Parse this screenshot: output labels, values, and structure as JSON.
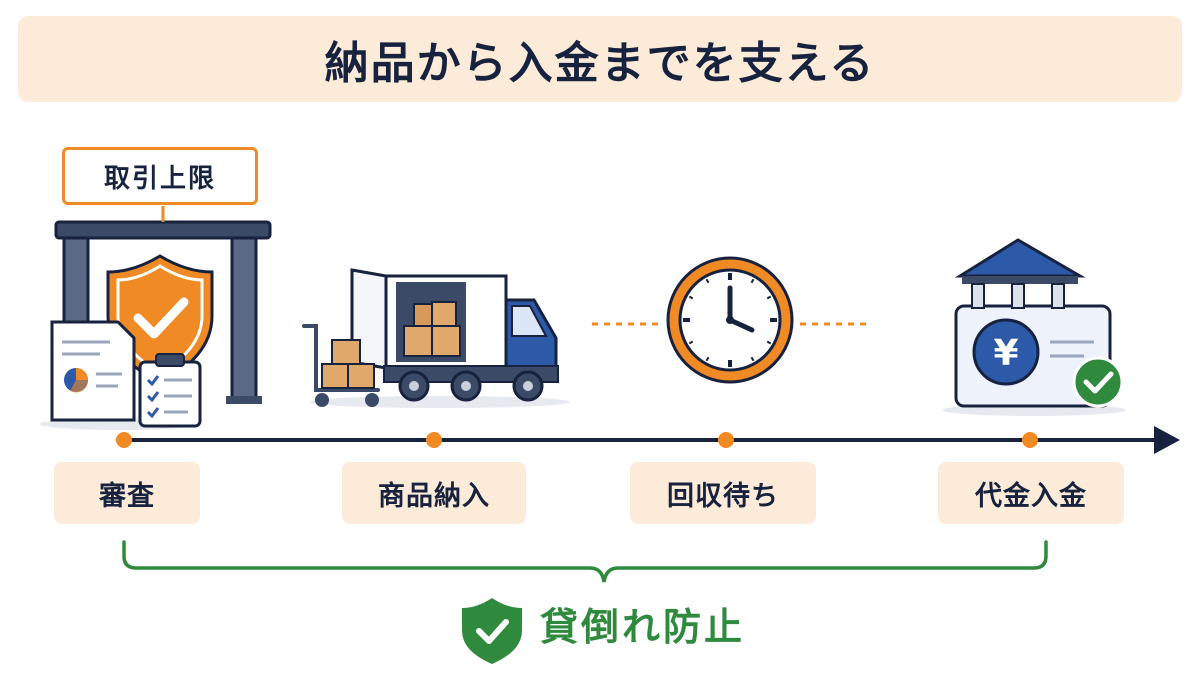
{
  "title": "納品から入金までを支える",
  "limit_tag": "取引上限",
  "steps": [
    {
      "label": "審査"
    },
    {
      "label": "商品納入"
    },
    {
      "label": "回収待ち"
    },
    {
      "label": "代金入金"
    }
  ],
  "outcome": "貸倒れ防止",
  "bank_currency_symbol": "¥",
  "colors": {
    "navy": "#17223f",
    "orange": "#f08a24",
    "green": "#2f8a3e",
    "blue": "#2d5aa8",
    "label_bg": "#fcebd8"
  }
}
